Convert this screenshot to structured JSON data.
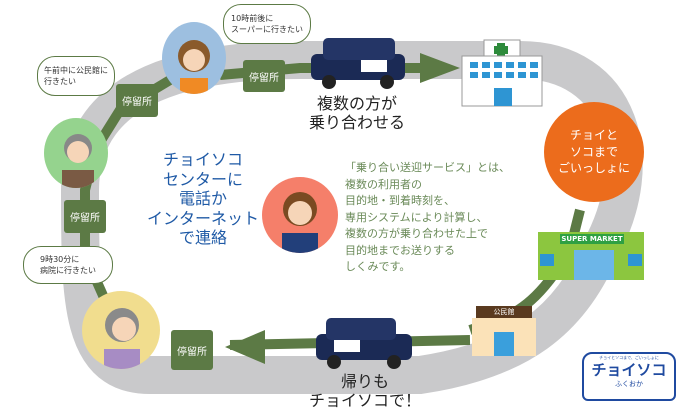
{
  "diagram": {
    "stops": [
      {
        "id": "stop-top",
        "label": "停留所"
      },
      {
        "id": "stop-upper-left",
        "label": "停留所"
      },
      {
        "id": "stop-left",
        "label": "停留所"
      },
      {
        "id": "stop-bottom",
        "label": "停留所"
      }
    ],
    "bubbles": [
      {
        "id": "bubble-woman",
        "text": "10時前後に\nスーパーに行きたい"
      },
      {
        "id": "bubble-man",
        "text": "午前中に公民館に\n行きたい"
      },
      {
        "id": "bubble-elder",
        "text": "9時30分に\n病院に行きたい"
      }
    ],
    "center_text": "チョイソコ\nセンターに\n電話か\nインターネット\nで連絡",
    "description": "「乗り合い送迎サービス」とは、\n複数の利用者の\n目的地・到着時刻を、\n専用システムにより計算し、\n複数の方が乗り合わせた上で\n目的地までお送りする\nしくみです。",
    "caption_top": "複数の方が\n乗り合わせる",
    "caption_bottom": "帰りも\nチョイソコで！",
    "orange_bubble": "チョイと\nソコまで\nごいっしょに",
    "buildings": {
      "supermarket_sign": "SUPER MARKET",
      "community_center_sign": "公民館"
    },
    "logo": {
      "tagline": "チョイとソコまで、ごいっしょに",
      "name": "チョイソコ",
      "sub": "ふくおか"
    },
    "colors": {
      "road": "#c9c9cb",
      "route": "#5c7a45",
      "accent_orange": "#ec6c1c",
      "accent_blue": "#1f5aa6"
    }
  }
}
